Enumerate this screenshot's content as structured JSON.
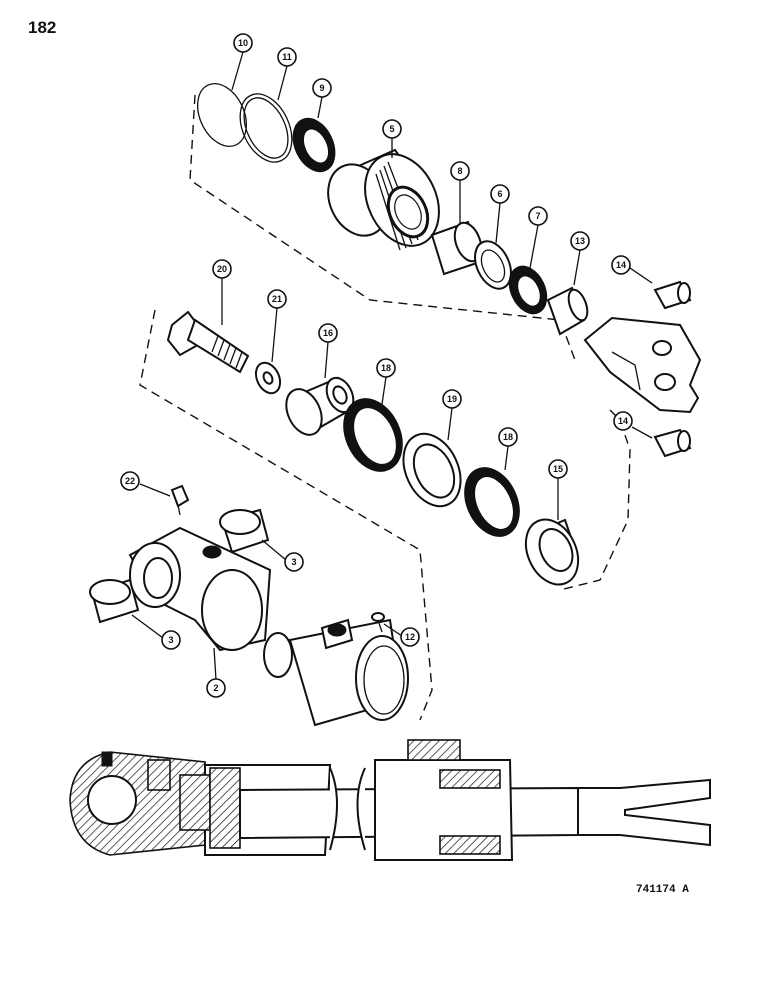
{
  "page_number": "182",
  "drawing_code": "741174 A",
  "callouts": [
    {
      "id": "c10",
      "label": "10"
    },
    {
      "id": "c11",
      "label": "11"
    },
    {
      "id": "c9",
      "label": "9"
    },
    {
      "id": "c5",
      "label": "5"
    },
    {
      "id": "c8",
      "label": "8"
    },
    {
      "id": "c6",
      "label": "6"
    },
    {
      "id": "c7",
      "label": "7"
    },
    {
      "id": "c13",
      "label": "13"
    },
    {
      "id": "c14a",
      "label": "14"
    },
    {
      "id": "c20",
      "label": "20"
    },
    {
      "id": "c21",
      "label": "21"
    },
    {
      "id": "c16",
      "label": "16"
    },
    {
      "id": "c18a",
      "label": "18"
    },
    {
      "id": "c19",
      "label": "19"
    },
    {
      "id": "c18b",
      "label": "18"
    },
    {
      "id": "c15",
      "label": "15"
    },
    {
      "id": "c14b",
      "label": "14"
    },
    {
      "id": "c22",
      "label": "22"
    },
    {
      "id": "c3a",
      "label": "3"
    },
    {
      "id": "c3b",
      "label": "3"
    },
    {
      "id": "c12",
      "label": "12"
    },
    {
      "id": "c2",
      "label": "2"
    }
  ]
}
